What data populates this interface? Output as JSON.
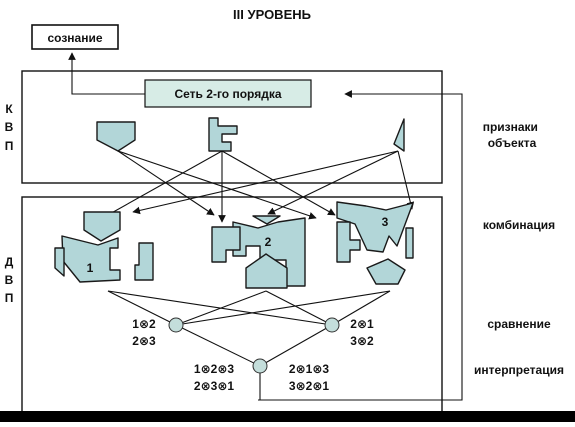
{
  "title": "III УРОВЕНЬ",
  "consciousness_label": "сознание",
  "network_label": "Сеть 2-го порядка",
  "kvp_letters": [
    "К",
    "В",
    "П"
  ],
  "dvp_letters": [
    "Д",
    "В",
    "П"
  ],
  "side_labels": {
    "features": "признаки\nобъекта",
    "combination": "комбинация",
    "comparison": "сравнение",
    "interpretation": "интерпретация"
  },
  "combo_numbers": [
    "1",
    "2",
    "3"
  ],
  "comparison_left": [
    "1⊗2",
    "2⊗3"
  ],
  "comparison_right": [
    "2⊗1",
    "3⊗2"
  ],
  "interpretation_left": [
    "1⊗2⊗3",
    "2⊗3⊗1"
  ],
  "interpretation_right": [
    "2⊗1⊗3",
    "3⊗2⊗1"
  ],
  "colors": {
    "shape_fill": "#b2d6d8",
    "network_fill": "#d7ece6",
    "node_fill": "#c4dedb",
    "bottom_bar": "#000000"
  }
}
